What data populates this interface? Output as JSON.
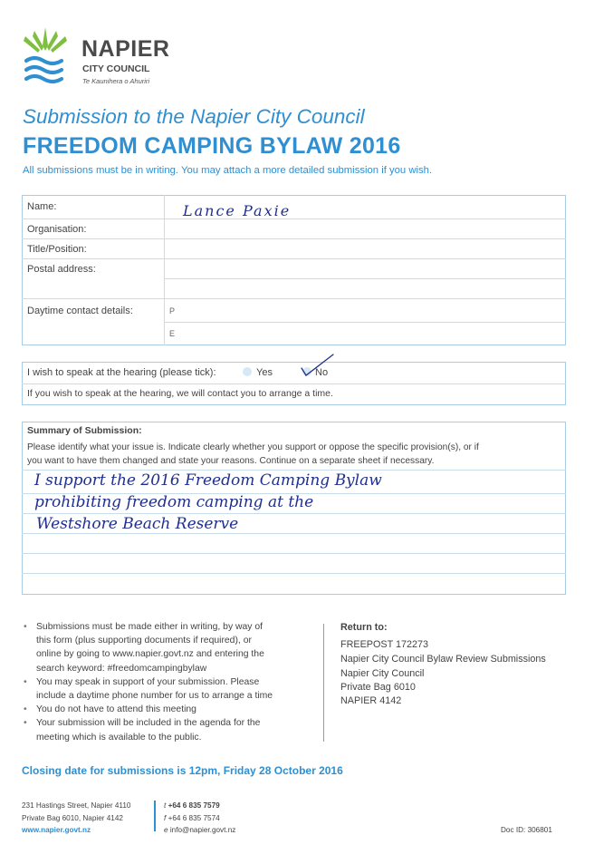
{
  "logo": {
    "name": "NAPIER",
    "council": "CITY COUNCIL",
    "maori": "Te Kaunihera o Ahuriri",
    "colors": {
      "leaf": "#7fbf3f",
      "wave": "#2f8fd0"
    }
  },
  "header": {
    "title_line1": "Submission to the Napier City Council",
    "title_line2": "FREEDOM CAMPING BYLAW 2016",
    "note": "All submissions must be in writing.  You may attach a more detailed submission if you wish."
  },
  "form": {
    "name_label": "Name:",
    "name_value": "Lance  Paxie",
    "organisation_label": "Organisation:",
    "title_label": "Title/Position:",
    "address_label": "Postal address:",
    "contact_label": "Daytime contact details:",
    "phone_prefix": "P",
    "email_prefix": "E"
  },
  "speak": {
    "question": "I wish to speak at the hearing (please tick):",
    "yes_label": "Yes",
    "no_label": "No",
    "selected": "No",
    "note": "If you wish to speak at the hearing, we will contact you to arrange a time."
  },
  "summary": {
    "heading": "Summary of Submission:",
    "instruction_line1": "Please identify what your issue is. Indicate clearly whether you support or oppose the specific provision(s), or if",
    "instruction_line2": "you want to have them changed and state your reasons. Continue on a separate sheet if necessary.",
    "handwritten": [
      "I  support  the  2016  Freedom  Camping  Bylaw",
      "prohibiting  freedom  camping  at  the",
      "Westshore  Beach  Reserve"
    ]
  },
  "info": {
    "bullets": [
      [
        "Submissions must be made either in writing, by way of",
        "this form (plus supporting documents if required), or",
        "online by going to www.napier.govt.nz and entering the",
        "search keyword: #freedomcampingbylaw"
      ],
      [
        "You may speak in support of your submission. Please",
        "include a daytime phone number for us to arrange a time"
      ],
      [
        "You do not have to attend this meeting"
      ],
      [
        "Your submission will be included in the agenda for the",
        "meeting which is available to the public."
      ]
    ],
    "return_heading": "Return to:",
    "return_lines": [
      "FREEPOST 172273",
      "Napier City Council Bylaw Review Submissions",
      "Napier City Council",
      "Private Bag 6010",
      "NAPIER 4142"
    ]
  },
  "closing": "Closing date for submissions is 12pm, Friday 28 October 2016",
  "footer": {
    "address_lines": [
      "231 Hastings Street, Napier 4110",
      "Private Bag 6010, Napier 4142"
    ],
    "website": "www.napier.govt.nz",
    "phone_prefix": "t",
    "phone": "+64 6 835 7579",
    "fax_prefix": "f",
    "fax": "+64 6 835 7574",
    "email_prefix": "e",
    "email": "info@napier.govt.nz",
    "doc_id": "Doc ID: 306801"
  }
}
